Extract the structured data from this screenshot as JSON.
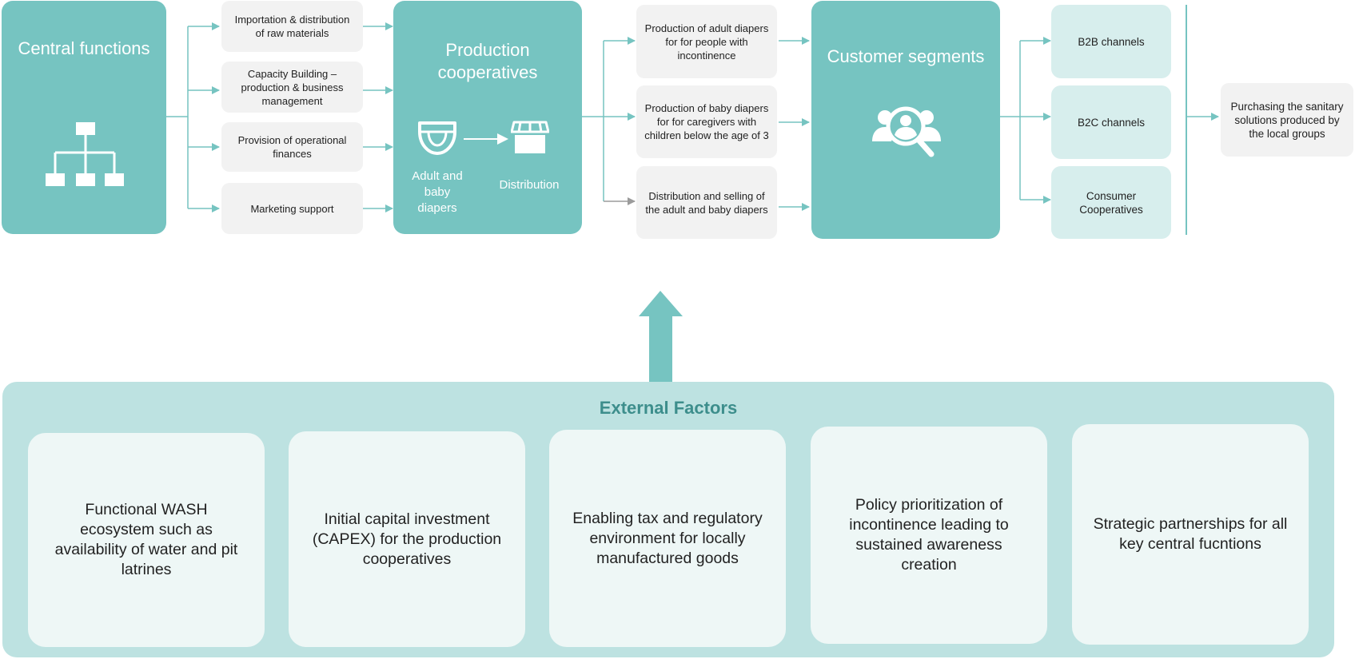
{
  "central_functions": {
    "title": "Central functions",
    "icon": "org-chart-icon",
    "activities": [
      "Importation & distribution of raw materials",
      "Capacity Building – production & business management",
      "Provision of operational finances",
      "Marketing support"
    ]
  },
  "production_cooperatives": {
    "title": "Production cooperatives",
    "left_icon": "diaper-icon",
    "left_label": "Adult and baby diapers",
    "right_icon": "market-stall-icon",
    "right_label": "Distribution",
    "activities": [
      "Production of adult diapers for for people with incontinence",
      "Production of baby diapers for for caregivers with children below the age of 3",
      "Distribution and selling of the adult and baby diapers"
    ]
  },
  "customer_segments": {
    "title": "Customer segments",
    "icon": "customer-search-icon",
    "channels": [
      "B2B channels",
      "B2C channels",
      "Consumer Cooperatives"
    ]
  },
  "outcome": "Purchasing the sanitary solutions produced by the local groups",
  "external_factors": {
    "title": "External Factors",
    "items": [
      "Functional WASH ecosystem such as availability of water and pit latrines",
      "Initial capital investment (CAPEX) for the production cooperatives",
      "Enabling tax and regulatory environment for locally manufactured goods",
      "Policy prioritization of incontinence leading to sustained awareness creation",
      "Strategic partnerships for all key central fucntions"
    ]
  },
  "colors": {
    "teal": "#76c4c1",
    "light_teal": "#d7eeed",
    "panel": "#bde2e1",
    "card": "#eef7f6",
    "grey_box": "#f2f2f2",
    "arrow_grey": "#9b9b9b",
    "title_teal": "#3d8e8c"
  }
}
